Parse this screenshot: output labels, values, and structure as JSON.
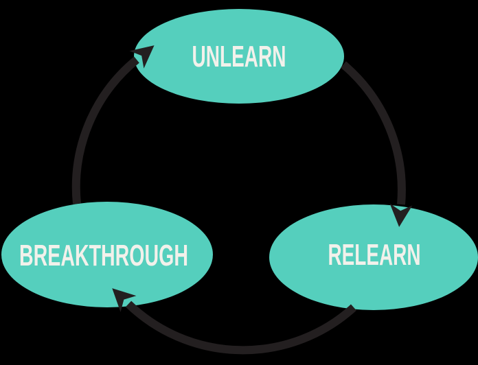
{
  "diagram": {
    "type": "cycle-diagram",
    "nodes": [
      {
        "id": "unlearn",
        "label": "UNLEARN",
        "position": "top"
      },
      {
        "id": "relearn",
        "label": "RELEARN",
        "position": "bottom-right"
      },
      {
        "id": "breakthrough",
        "label": "BREAKTHROUGH",
        "position": "bottom-left"
      }
    ],
    "edges": [
      {
        "from": "UNLEARN",
        "to": "RELEARN",
        "direction": "clockwise"
      },
      {
        "from": "RELEARN",
        "to": "BREAKTHROUGH",
        "direction": "clockwise"
      },
      {
        "from": "BREAKTHROUGH",
        "to": "UNLEARN",
        "direction": "clockwise"
      }
    ],
    "colors": {
      "background": "#000000",
      "node_fill": "#55CFBD",
      "label_text": "#F2F1EB",
      "arrow": "#231F20"
    }
  }
}
